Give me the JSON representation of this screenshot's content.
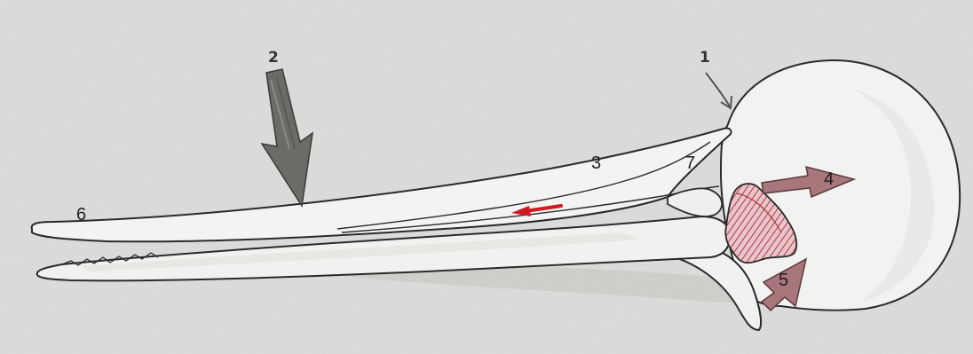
{
  "labels": {
    "l1": "1",
    "l2": "2",
    "l3": "3",
    "l4": "4",
    "l5": "5",
    "l6": "6",
    "l7": "7"
  },
  "colors": {
    "paper": "#dcdcda",
    "bone": "#f1f1ef",
    "outline": "#2a2a2a",
    "big_arrow": "#6b6b68",
    "pink_arrow": "#a8777c",
    "hatch": "#b03a4a",
    "red_arrow": "#d01a22"
  }
}
